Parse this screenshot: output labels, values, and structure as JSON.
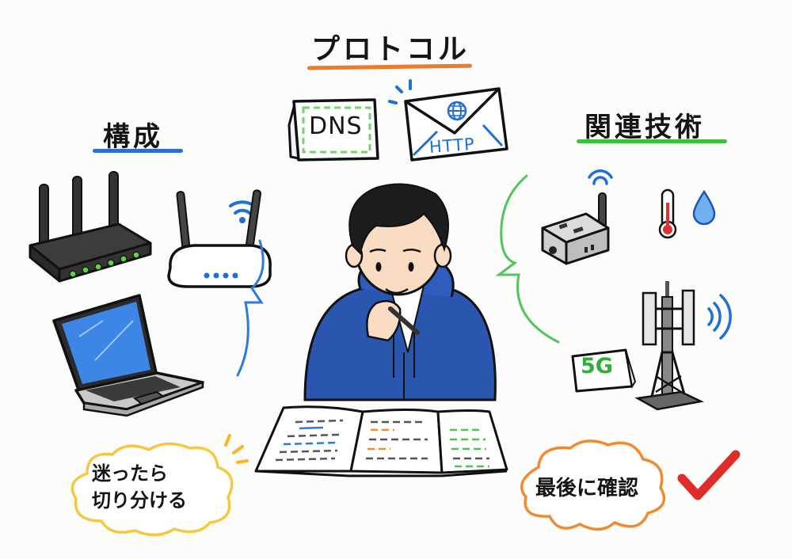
{
  "headings": {
    "protocol": "プロトコル",
    "structure": "構成",
    "related_tech": "関連技術"
  },
  "colors": {
    "protocol_underline": "#f07a2a",
    "structure_underline": "#2a6fd8",
    "related_underline": "#3fbf3f",
    "accent_blue": "#1f6fd6",
    "accent_green": "#3fbf4f",
    "cloud_yellow": "#f5c842",
    "cloud_orange": "#f08a30",
    "check_red": "#e02b2b",
    "hoodie_blue": "#2b56b0"
  },
  "protocol_cards": {
    "dns_label": "DNS",
    "http_label": "HTTP",
    "globe_icon": "globe-icon"
  },
  "related_items": {
    "fiveg_label": "5G"
  },
  "clouds": {
    "left_line1": "迷ったら",
    "left_line2": "切り分ける",
    "right_text": "最後に確認"
  },
  "icons": [
    "router-icon",
    "wifi-router-icon",
    "laptop-icon",
    "iot-device-icon",
    "thermometer-icon",
    "water-drop-icon",
    "cell-tower-icon",
    "checkmark-icon",
    "open-book-icon"
  ]
}
